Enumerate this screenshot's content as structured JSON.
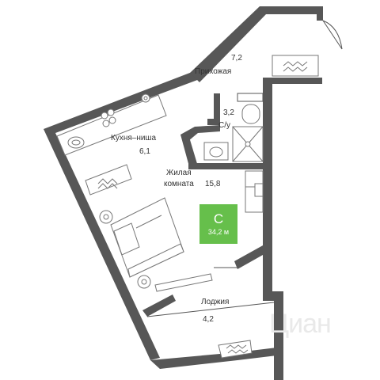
{
  "rooms": {
    "hallway": {
      "name": "Прихожая",
      "area": "7,2"
    },
    "bathroom": {
      "name": "С/у",
      "area": "3,2"
    },
    "kitchen": {
      "name": "Кухня–ниша",
      "area": "6,1"
    },
    "living": {
      "name_line1": "Жилая",
      "name_line2": "комната",
      "area": "15,8"
    },
    "loggia": {
      "name": "Лоджия",
      "area": "4,2"
    }
  },
  "badge": {
    "letter": "С",
    "total_area": "34,2 м",
    "color": "#66bf4b"
  },
  "watermark": "Циан",
  "colors": {
    "wall": "#575757",
    "line": "#555555",
    "furniture_line": "#777777"
  }
}
